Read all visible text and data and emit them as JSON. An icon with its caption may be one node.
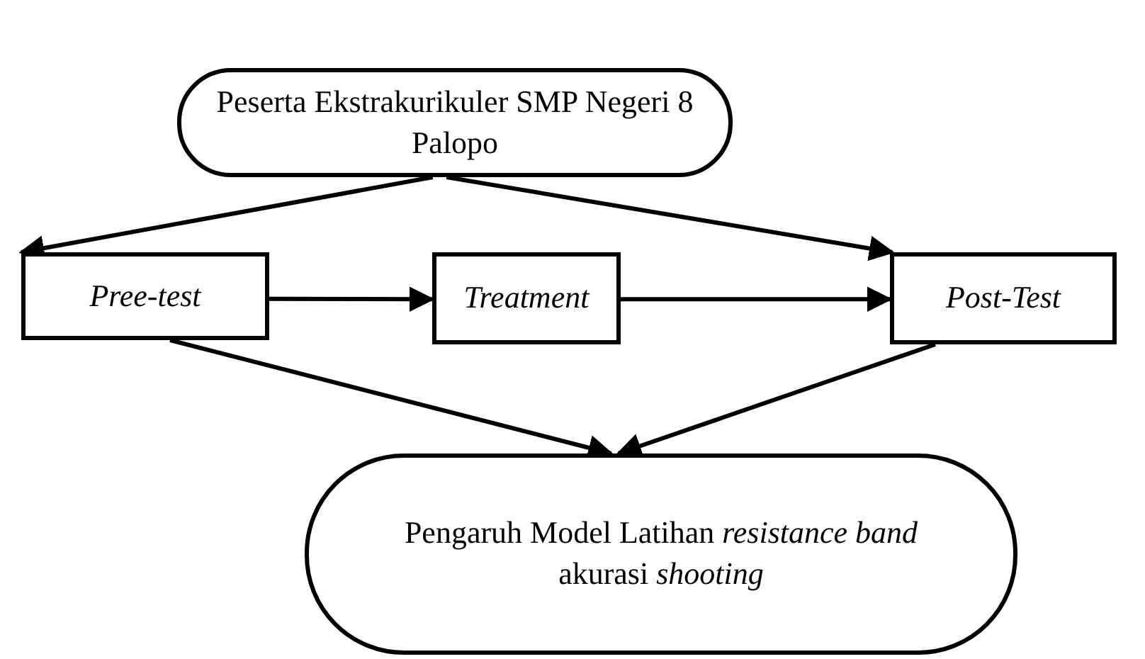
{
  "diagram": {
    "nodes": [
      {
        "text": [
          "Peserta Ekstrakurikuler SMP Negeri 8 Palopo"
        ]
      },
      {
        "text": [
          "Pree-test"
        ]
      },
      {
        "text": [
          "Treatment"
        ]
      },
      {
        "text": [
          "Post-Test"
        ]
      },
      {
        "text": [
          "Pengaruh Model Latihan *resistance band* akurasi *shooting*"
        ]
      }
    ],
    "edges": [
      {
        "from": 0,
        "to": 1,
        "arrow": "to"
      },
      {
        "from": 0,
        "to": 3,
        "arrow": "to"
      },
      {
        "from": 1,
        "to": 2,
        "arrow": "to"
      },
      {
        "from": 2,
        "to": 3,
        "arrow": "to"
      },
      {
        "from": 1,
        "to": 4,
        "arrow": "to"
      },
      {
        "from": 3,
        "to": 4,
        "arrow": "to"
      }
    ]
  }
}
